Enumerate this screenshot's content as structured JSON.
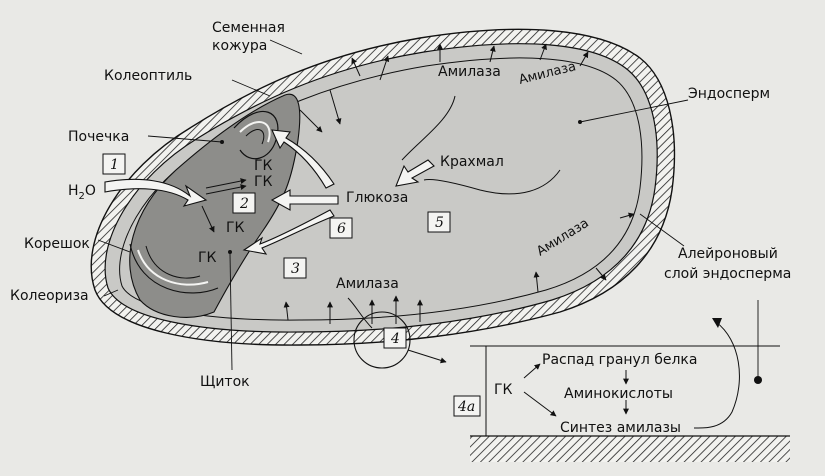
{
  "labels": {
    "seed_coat_1": "Семенная",
    "seed_coat_2": "кожура",
    "coleoptile": "Колеоптиль",
    "bud": "Почечка",
    "water": "H",
    "water_sub": "2",
    "water_o": "O",
    "radicle": "Корешок",
    "coleorhiza": "Колеориза",
    "scutellum": "Щиток",
    "endosperm": "Эндосперм",
    "aleurone_1": "Алейроновый",
    "aleurone_2": "слой эндосперма",
    "starch": "Крахмал",
    "glucose": "Глюкоза",
    "ga_1": "ГК",
    "ga_2": "ГК",
    "ga_3": "ГК",
    "ga_4": "ГК",
    "amylase_top1": "Амилаза",
    "amylase_top2": "Амилаза",
    "amylase_right": "Амилаза",
    "amylase_bottom": "Амилаза"
  },
  "boxes": {
    "b1": "1",
    "b2": "2",
    "b3": "3",
    "b4": "4",
    "b4a": "4а",
    "b5": "5",
    "b6": "6"
  },
  "inset": {
    "ga": "ГК",
    "step1": "Распад гранул белка",
    "step2": "Аминокислоты",
    "step3": "Синтез амилазы"
  }
}
